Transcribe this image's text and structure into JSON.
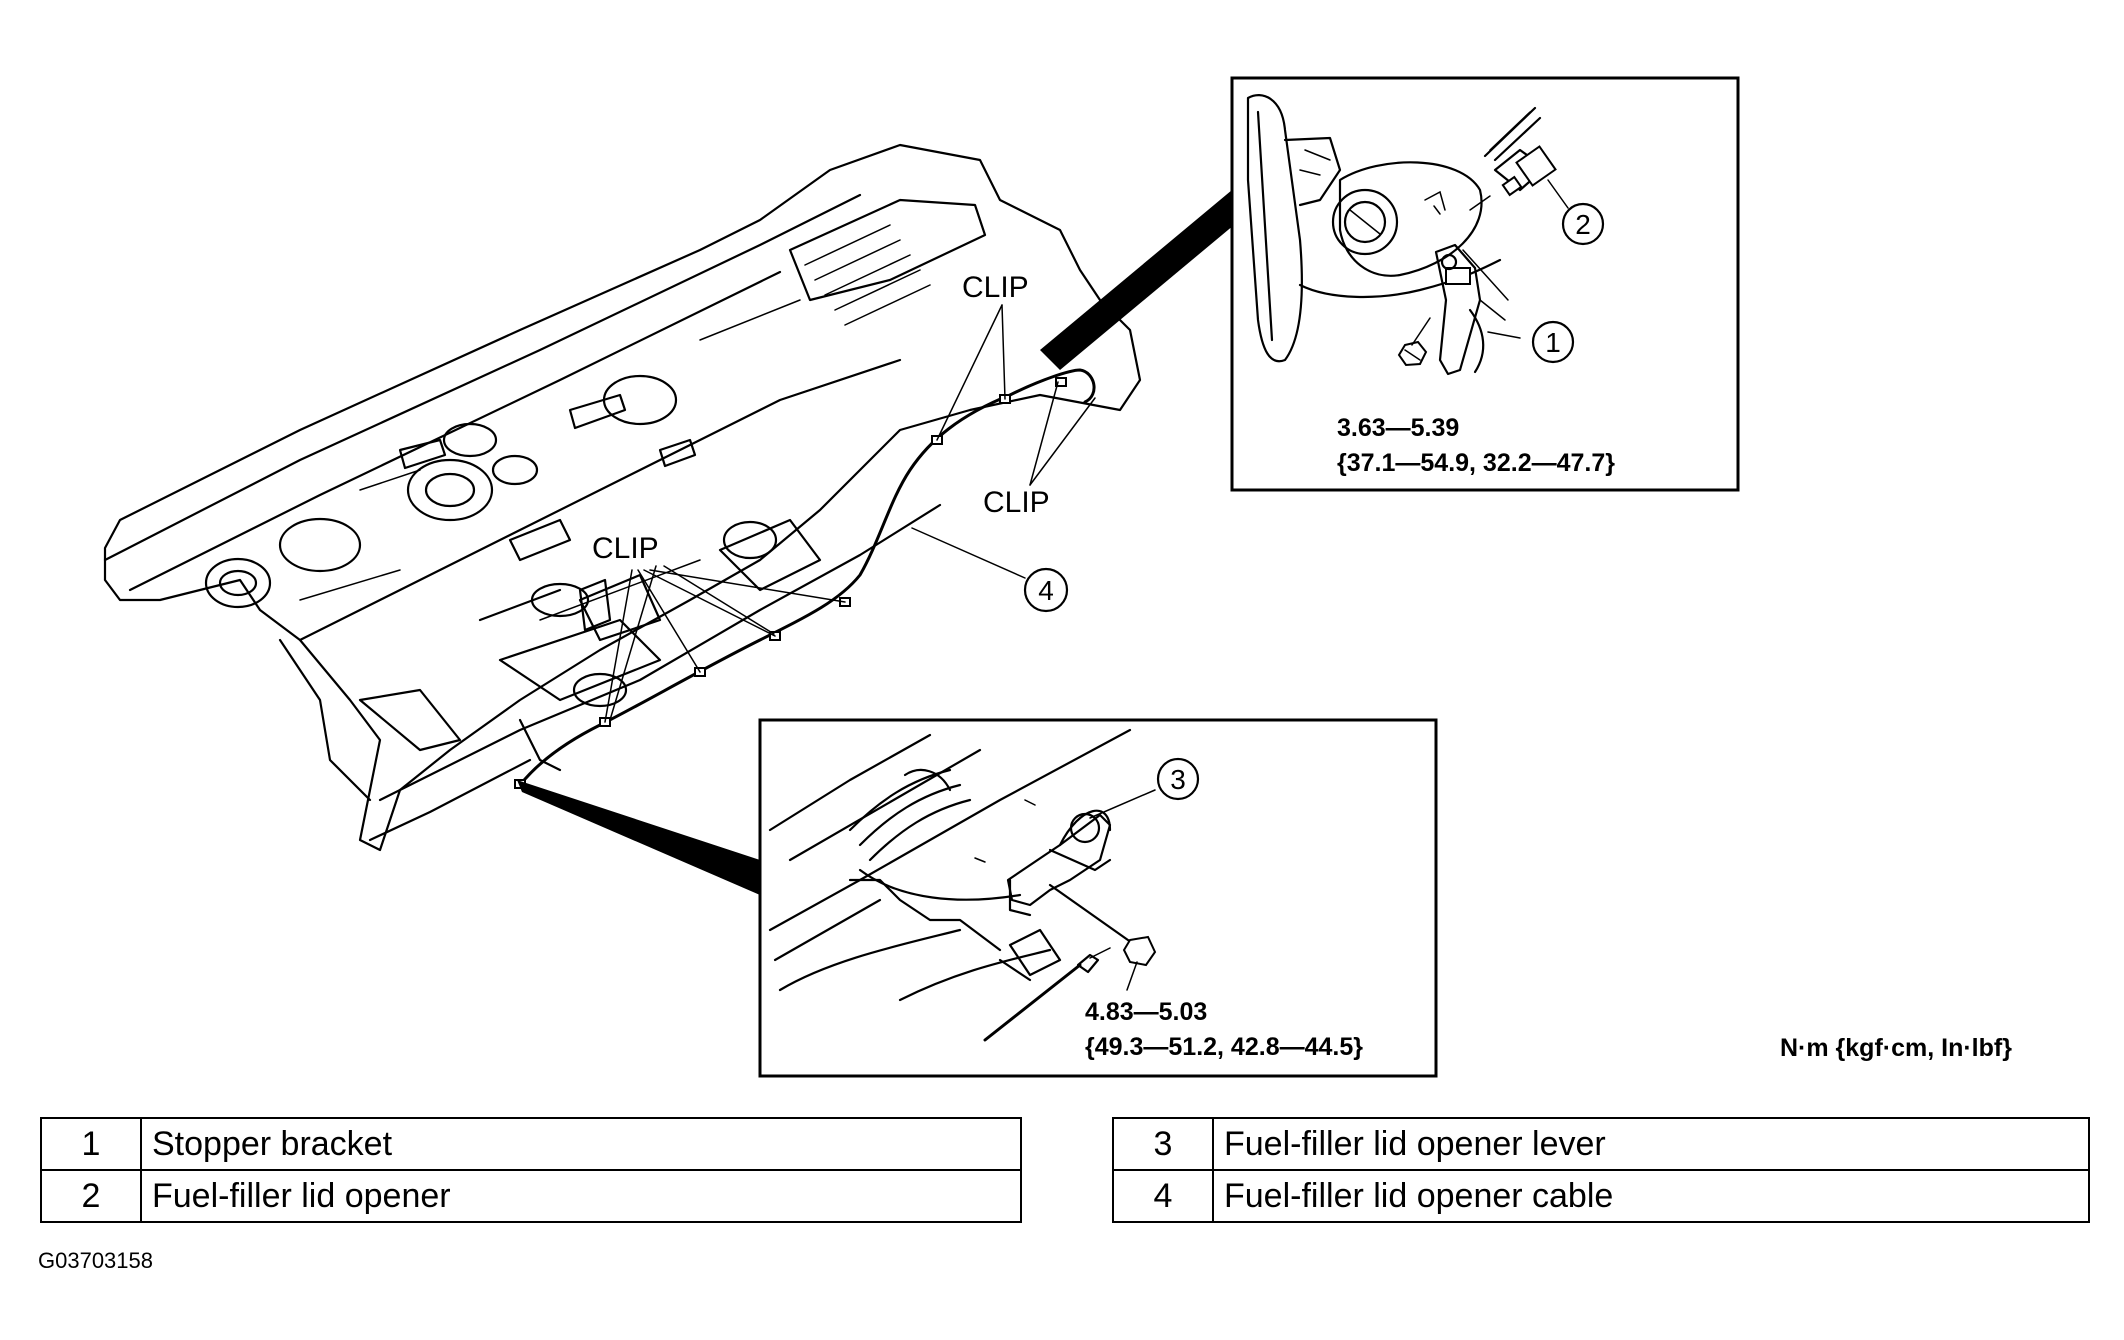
{
  "labels": {
    "clip_top": "CLIP",
    "clip_right": "CLIP",
    "clip_center": "CLIP",
    "callout_1": "1",
    "callout_2": "2",
    "callout_3": "3",
    "callout_4": "4"
  },
  "torque": {
    "stopper_line1": "3.63—5.39",
    "stopper_line2": "{37.1—54.9, 32.2—47.7}",
    "lever_line1": "4.83—5.03",
    "lever_line2": "{49.3—51.2,  42.8—44.5}",
    "units": "N·m {kgf·cm, In·lbf}"
  },
  "legend": {
    "left": [
      {
        "num": "1",
        "name": "Stopper bracket"
      },
      {
        "num": "2",
        "name": "Fuel-filler lid opener"
      }
    ],
    "right": [
      {
        "num": "3",
        "name": "Fuel-filler lid opener lever"
      },
      {
        "num": "4",
        "name": "Fuel-filler lid opener cable"
      }
    ]
  },
  "figure_id": "G03703158"
}
